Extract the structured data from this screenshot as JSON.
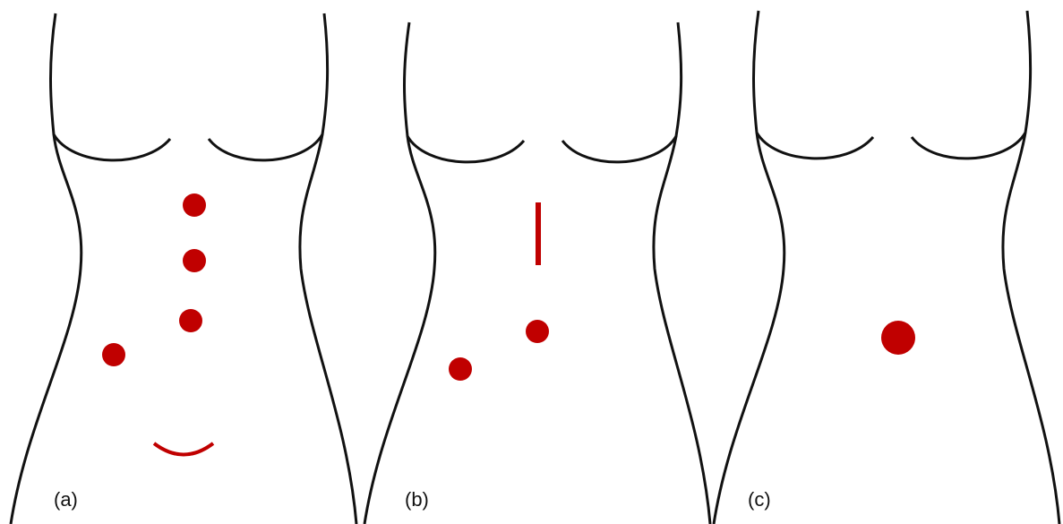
{
  "colors": {
    "outline": "#111111",
    "incision": "#c00000",
    "background": "#ffffff"
  },
  "panels": [
    {
      "label": "(a)"
    },
    {
      "label": "(b)"
    },
    {
      "label": "(c)"
    }
  ]
}
